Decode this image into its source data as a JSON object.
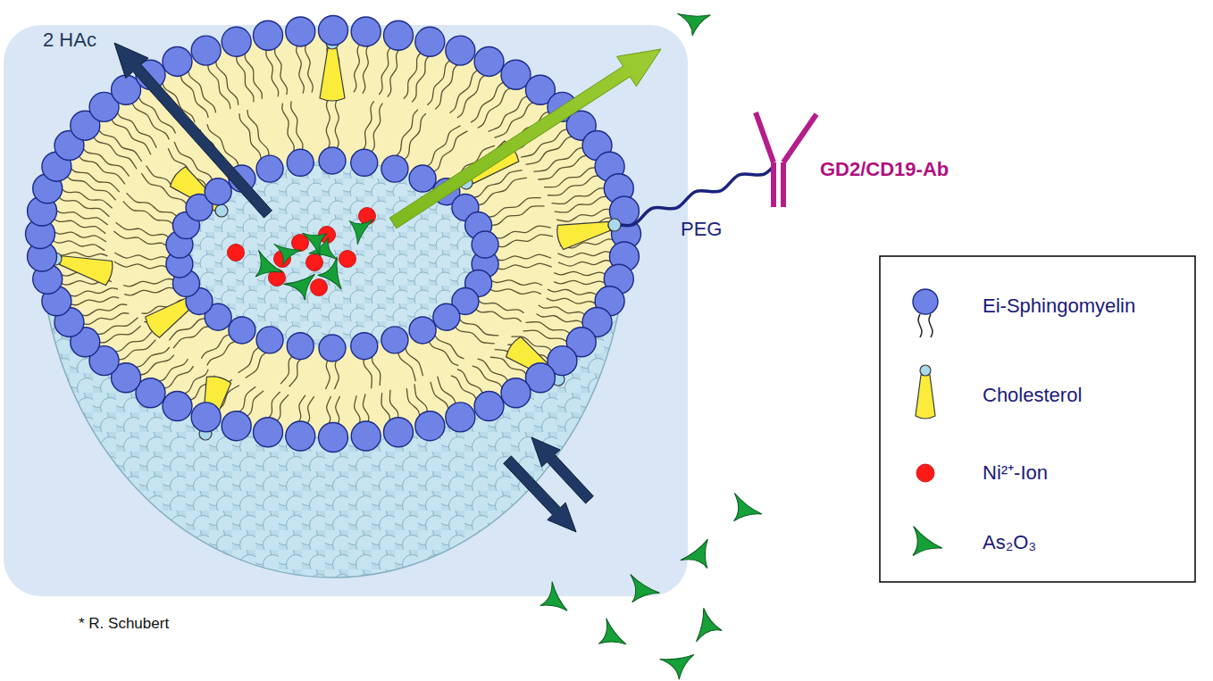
{
  "diagram": {
    "labels": [
      "2 HAc",
      "GD2/CD19-Ab",
      "PEG",
      "* R. Schubert"
    ],
    "legend": [
      {
        "text": "Ei-Sphingomyelin"
      },
      {
        "text": "Cholesterol"
      },
      {
        "text": "Ni²⁺-Ion"
      },
      {
        "text": "As₂O₃"
      }
    ]
  }
}
